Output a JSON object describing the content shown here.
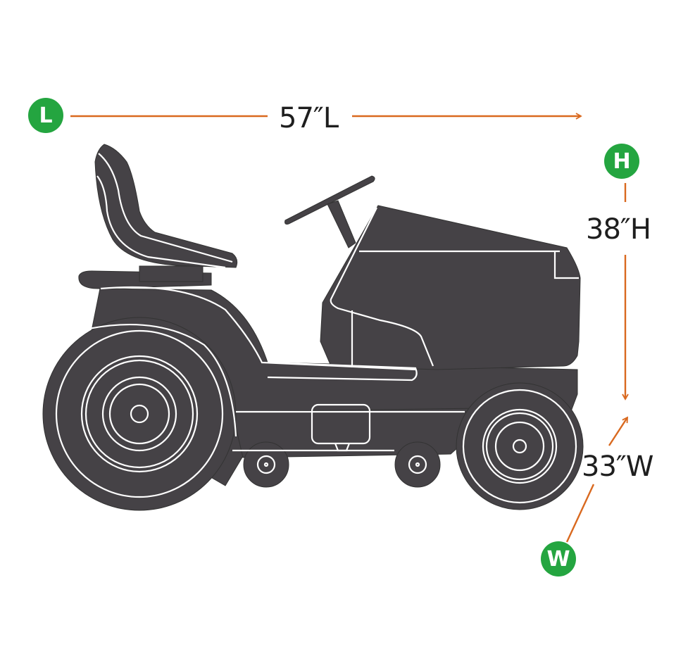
{
  "colors": {
    "badge_green": "#24a540",
    "arrow_orange": "#d9691f",
    "body_dark": "#454246",
    "outline_white": "#ffffff",
    "text": "#1e1e1e"
  },
  "dimensions": {
    "length": {
      "badge": "L",
      "label": "57″L",
      "value_in": 57
    },
    "height": {
      "badge": "H",
      "label": "38″H",
      "value_in": 38
    },
    "width": {
      "badge": "W",
      "label": "33″W",
      "value_in": 33
    }
  },
  "illustration": {
    "subject": "riding-lawn-mower-silhouette"
  }
}
